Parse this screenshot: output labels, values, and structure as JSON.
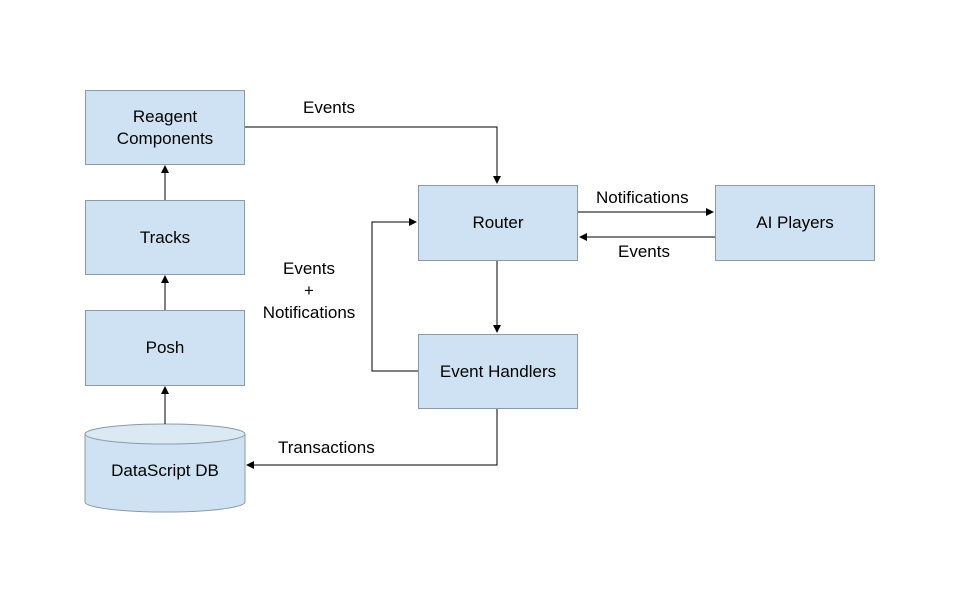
{
  "nodes": {
    "reagent_components": {
      "line1": "Reagent",
      "line2": "Components"
    },
    "tracks": "Tracks",
    "posh": "Posh",
    "datascript_db": "DataScript DB",
    "router": "Router",
    "ai_players": "AI Players",
    "event_handlers": "Event Handlers"
  },
  "edges": {
    "reagent_to_router": "Events",
    "router_to_ai": "Notifications",
    "ai_to_router": "Events",
    "handlers_loop": {
      "line1": "Events",
      "line2": "+",
      "line3": "Notifications"
    },
    "handlers_to_db": "Transactions"
  },
  "colors": {
    "box_fill": "#cfe2f3",
    "box_border": "#8c9aa6",
    "arrow": "#000000"
  }
}
